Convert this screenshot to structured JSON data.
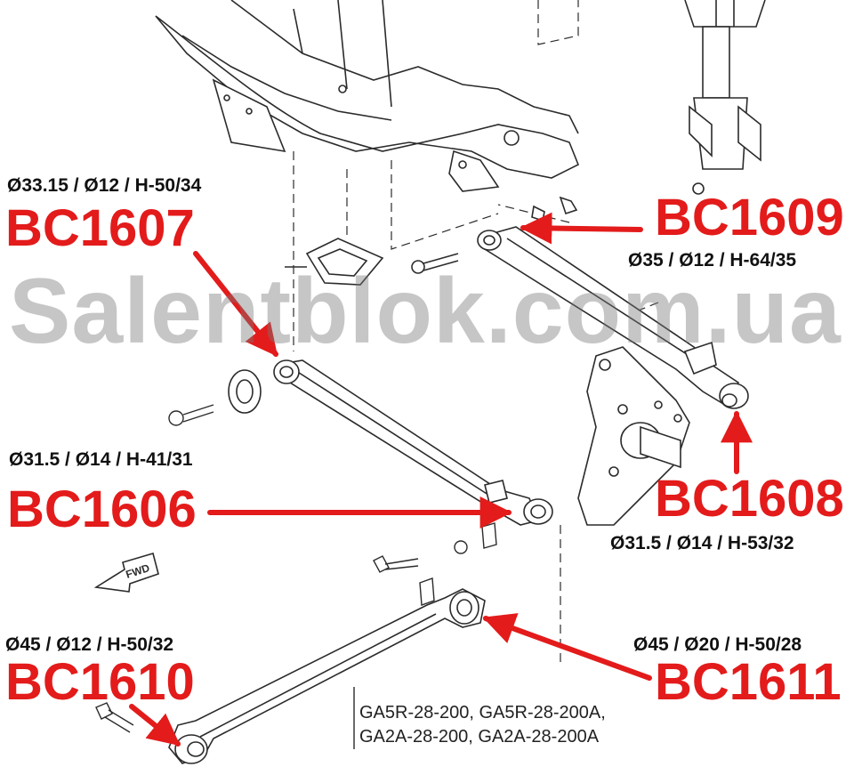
{
  "watermark": "Salentblok.com.ua",
  "fwd_label": "FWD",
  "colors": {
    "accent": "#e31b1b",
    "text": "#111111",
    "line": "#2b2b2b",
    "watermark": "#8a8a8a"
  },
  "parts": [
    {
      "code": "BC1607",
      "dimensions": "Ø33.15 / Ø12 / H-50/34"
    },
    {
      "code": "BC1609",
      "dimensions": "Ø35 / Ø12 / H-64/35"
    },
    {
      "code": "BC1606",
      "dimensions": "Ø31.5 / Ø14  / H-41/31"
    },
    {
      "code": "BC1608",
      "dimensions": "Ø31.5 / Ø14 / H-53/32"
    },
    {
      "code": "BC1610",
      "dimensions": "Ø45 / Ø12 / H-50/32"
    },
    {
      "code": "BC1611",
      "dimensions": "Ø45 / Ø20 / H-50/28"
    }
  ],
  "oem_numbers": [
    "GA5R-28-200, GA5R-28-200A,",
    "GA2A-28-200, GA2A-28-200A"
  ]
}
